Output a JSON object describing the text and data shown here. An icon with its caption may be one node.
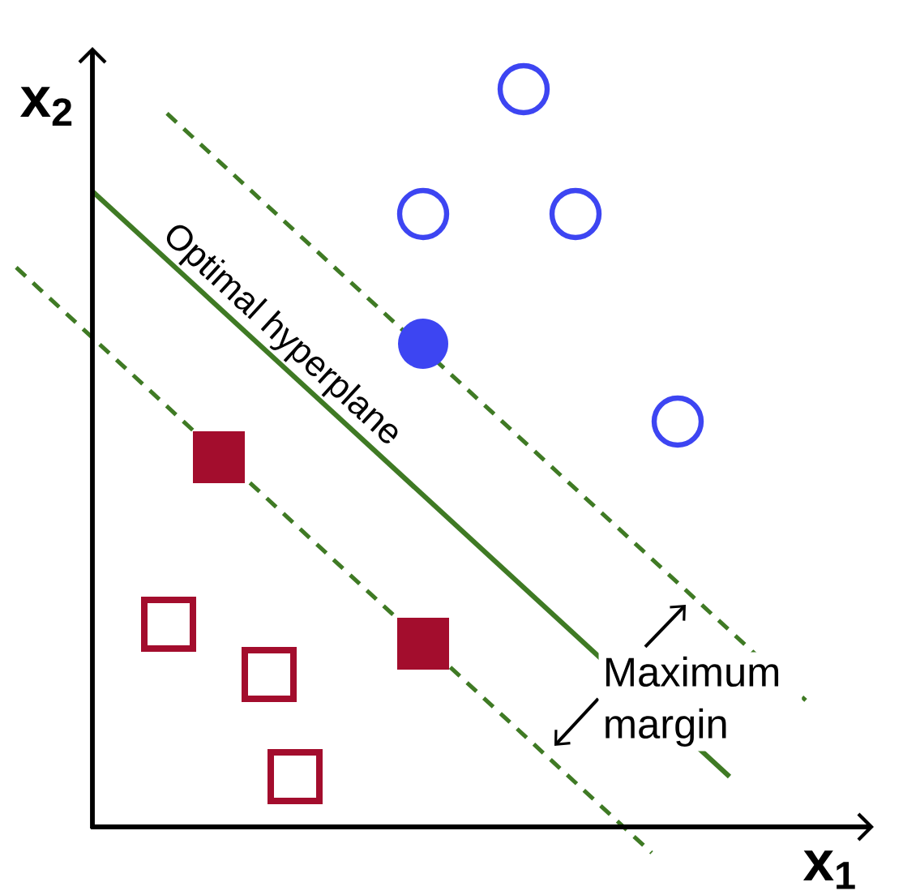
{
  "diagram": {
    "labels": [
      "x$_{2}$",
      "Optimal hyperplane",
      "Maximum margin",
      "x$_{1}$"
    ]
  }
}
